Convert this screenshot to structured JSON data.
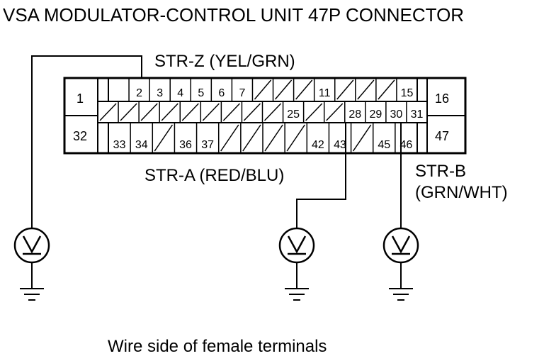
{
  "title": "VSA MODULATOR-CONTROL UNIT 47P CONNECTOR",
  "footer": "Wire side of female terminals",
  "wires": {
    "str_z": "STR-Z (YEL/GRN)",
    "str_a": "STR-A (RED/BLU)",
    "str_b_line1": "STR-B",
    "str_b_line2": "(GRN/WHT)"
  },
  "connector": {
    "side": {
      "top_left": "1",
      "bottom_left": "32",
      "top_right": "16",
      "bottom_right": "47"
    },
    "row1": [
      "",
      "2",
      "3",
      "4",
      "5",
      "6",
      "7",
      "/",
      "/",
      "/",
      "11",
      "/",
      "/",
      "/",
      "15"
    ],
    "row2": [
      "/",
      "/",
      "/",
      "/",
      "/",
      "/",
      "/",
      "/",
      "/",
      "25",
      "/",
      "/",
      "28",
      "29",
      "30",
      "31"
    ],
    "row3": [
      "33",
      "34",
      "/",
      "36",
      "37",
      "/",
      "/",
      "/",
      "/",
      "42",
      "43",
      "/",
      "45",
      "46"
    ]
  },
  "meter_icon": "voltmeter-icon",
  "ground_icon": "ground-icon"
}
